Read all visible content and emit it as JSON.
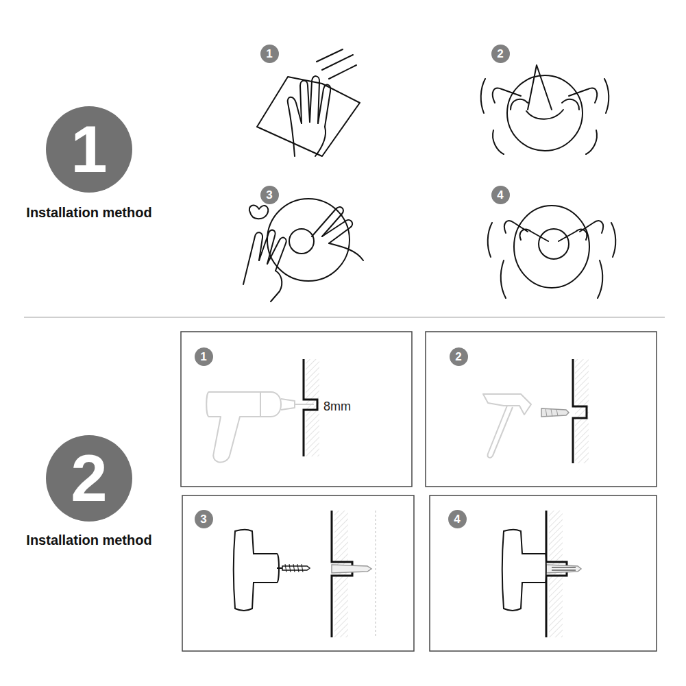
{
  "diagram": {
    "nodes": [
      {
        "text": [
          "1",
          "Installation method"
        ]
      },
      {
        "text": [
          "1"
        ]
      },
      {
        "text": [
          "2"
        ]
      },
      {
        "text": [
          "3"
        ]
      },
      {
        "text": [
          "4"
        ]
      },
      {
        "text": [
          "2",
          "Installation method"
        ]
      },
      {
        "text": [
          "1"
        ]
      },
      {
        "text": [
          "2"
        ]
      },
      {
        "text": [
          "3"
        ]
      },
      {
        "text": [
          "4"
        ]
      }
    ],
    "labels": [
      "8mm"
    ]
  }
}
